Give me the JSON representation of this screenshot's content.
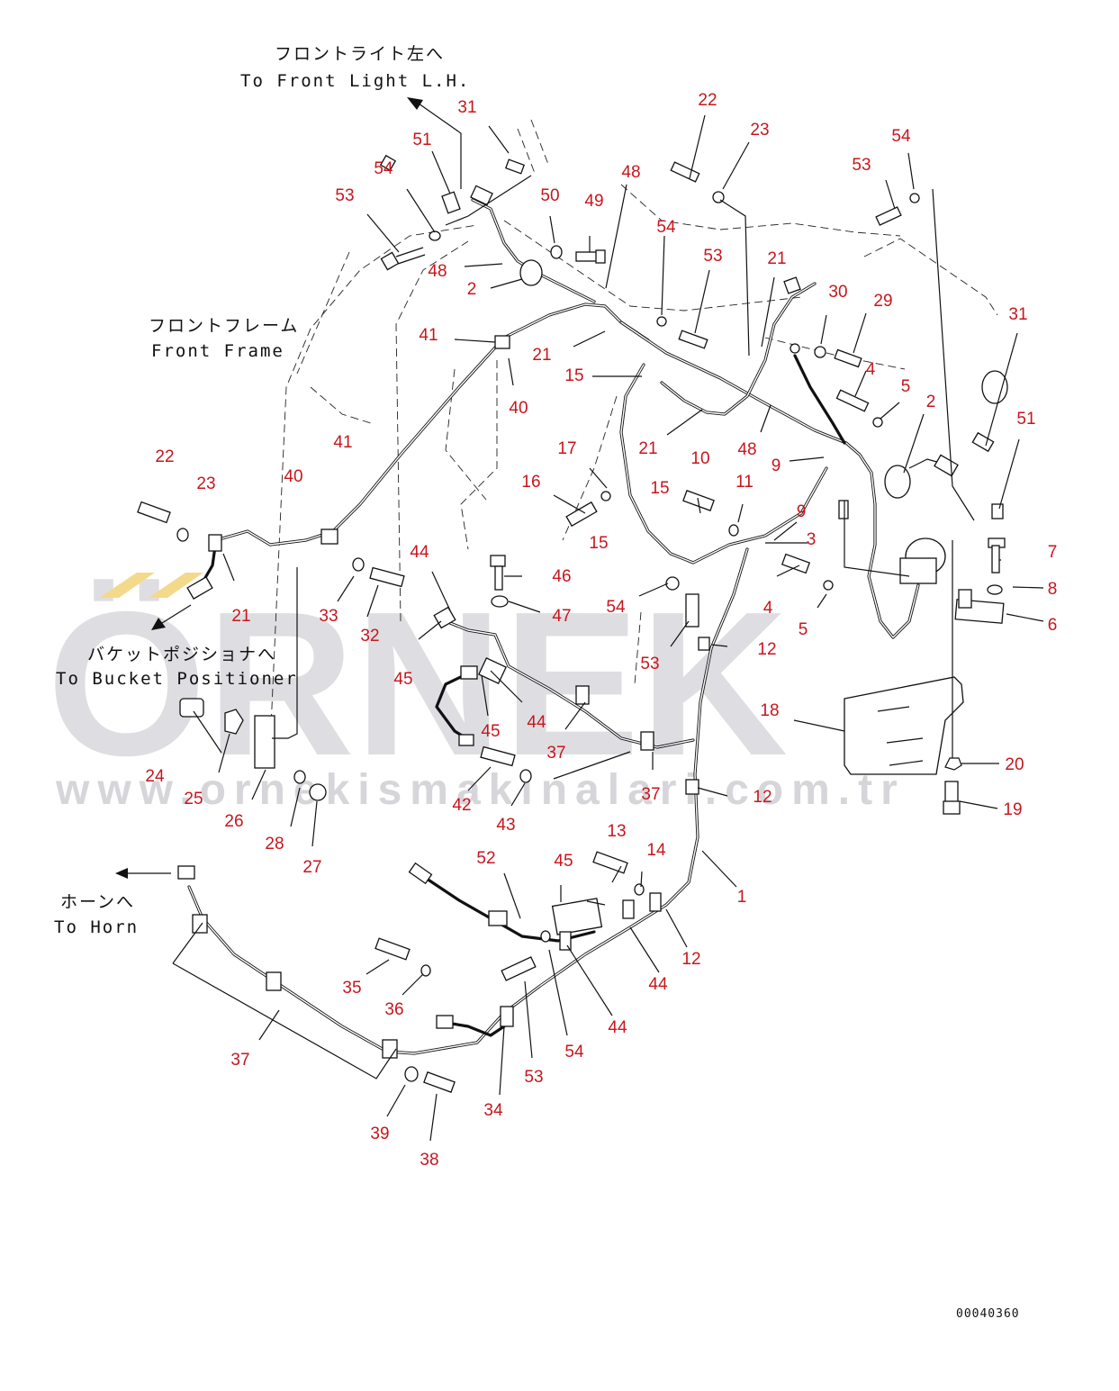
{
  "watermark": {
    "brand": "ÖRNEK",
    "url": "www.ornekismakinalari.com.tr"
  },
  "captions": {
    "front_light_jp": "フロントライト左へ",
    "front_light_en": "To Front Light L.H.",
    "front_frame_jp": "フロントフレーム",
    "front_frame_en": "Front Frame",
    "bucket_jp": "バケットポジショナへ",
    "bucket_en": "To Bucket Positioner",
    "horn_jp": "ホーンへ",
    "horn_en": "To Horn"
  },
  "drawing_code": "00040360",
  "callouts": [
    "31",
    "51",
    "54",
    "53",
    "50",
    "49",
    "48",
    "22",
    "23",
    "54",
    "53",
    "48",
    "2",
    "54",
    "53",
    "21",
    "30",
    "29",
    "41",
    "21",
    "40",
    "15",
    "4",
    "5",
    "2",
    "31",
    "51",
    "21",
    "48",
    "9",
    "17",
    "10",
    "11",
    "22",
    "23",
    "40",
    "41",
    "16",
    "15",
    "15",
    "9",
    "3",
    "7",
    "8",
    "6",
    "21",
    "33",
    "32",
    "44",
    "46",
    "47",
    "54",
    "4",
    "5",
    "45",
    "53",
    "12",
    "45",
    "44",
    "18",
    "37",
    "24",
    "25",
    "26",
    "28",
    "27",
    "37",
    "12",
    "20",
    "42",
    "43",
    "19",
    "13",
    "14",
    "52",
    "45",
    "1",
    "12",
    "44",
    "35",
    "36",
    "44",
    "54",
    "53",
    "37",
    "34",
    "39",
    "38"
  ],
  "colors": {
    "callout": "#c8161d",
    "line": "#111111",
    "watermark": "#d6d6db"
  }
}
